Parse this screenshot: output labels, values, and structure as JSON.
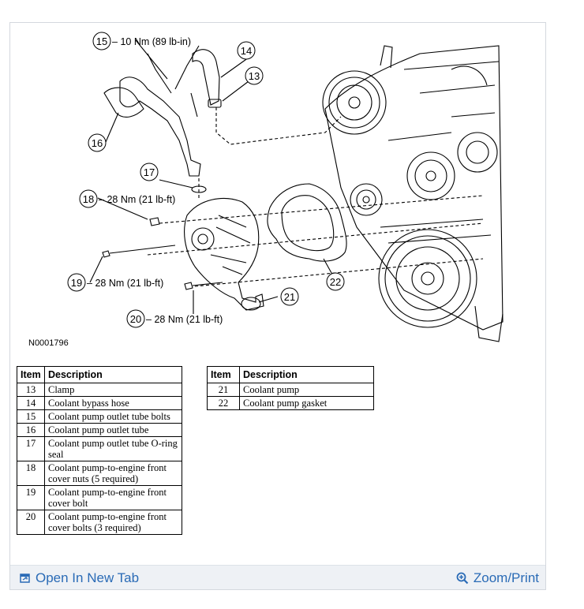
{
  "diagram": {
    "figure_id": "N0001796",
    "callouts": [
      {
        "num": "15",
        "torque": "10 Nm (89 lb-in)"
      },
      {
        "num": "14",
        "torque": ""
      },
      {
        "num": "13",
        "torque": ""
      },
      {
        "num": "16",
        "torque": ""
      },
      {
        "num": "17",
        "torque": ""
      },
      {
        "num": "18",
        "torque": "28 Nm (21 lb-ft)"
      },
      {
        "num": "19",
        "torque": "28 Nm (21 lb-ft)"
      },
      {
        "num": "20",
        "torque": "28 Nm (21 lb-ft)"
      },
      {
        "num": "21",
        "torque": ""
      },
      {
        "num": "22",
        "torque": ""
      }
    ]
  },
  "table_headers": {
    "item": "Item",
    "description": "Description"
  },
  "table_left": [
    {
      "item": "13",
      "desc": "Clamp"
    },
    {
      "item": "14",
      "desc": "Coolant bypass hose"
    },
    {
      "item": "15",
      "desc": "Coolant pump outlet tube bolts"
    },
    {
      "item": "16",
      "desc": "Coolant pump outlet tube"
    },
    {
      "item": "17",
      "desc": "Coolant pump outlet tube O-ring seal"
    },
    {
      "item": "18",
      "desc": "Coolant pump-to-engine front cover nuts (5 required)"
    },
    {
      "item": "19",
      "desc": "Coolant pump-to-engine front cover bolt"
    },
    {
      "item": "20",
      "desc": "Coolant pump-to-engine front cover bolts (3 required)"
    }
  ],
  "table_right": [
    {
      "item": "21",
      "desc": "Coolant pump"
    },
    {
      "item": "22",
      "desc": "Coolant pump gasket"
    }
  ],
  "footer": {
    "open_tab": "Open In New Tab",
    "zoom_print": "Zoom/Print"
  },
  "colors": {
    "link": "#2a6bb6",
    "footer_bg": "#eef1f5"
  }
}
